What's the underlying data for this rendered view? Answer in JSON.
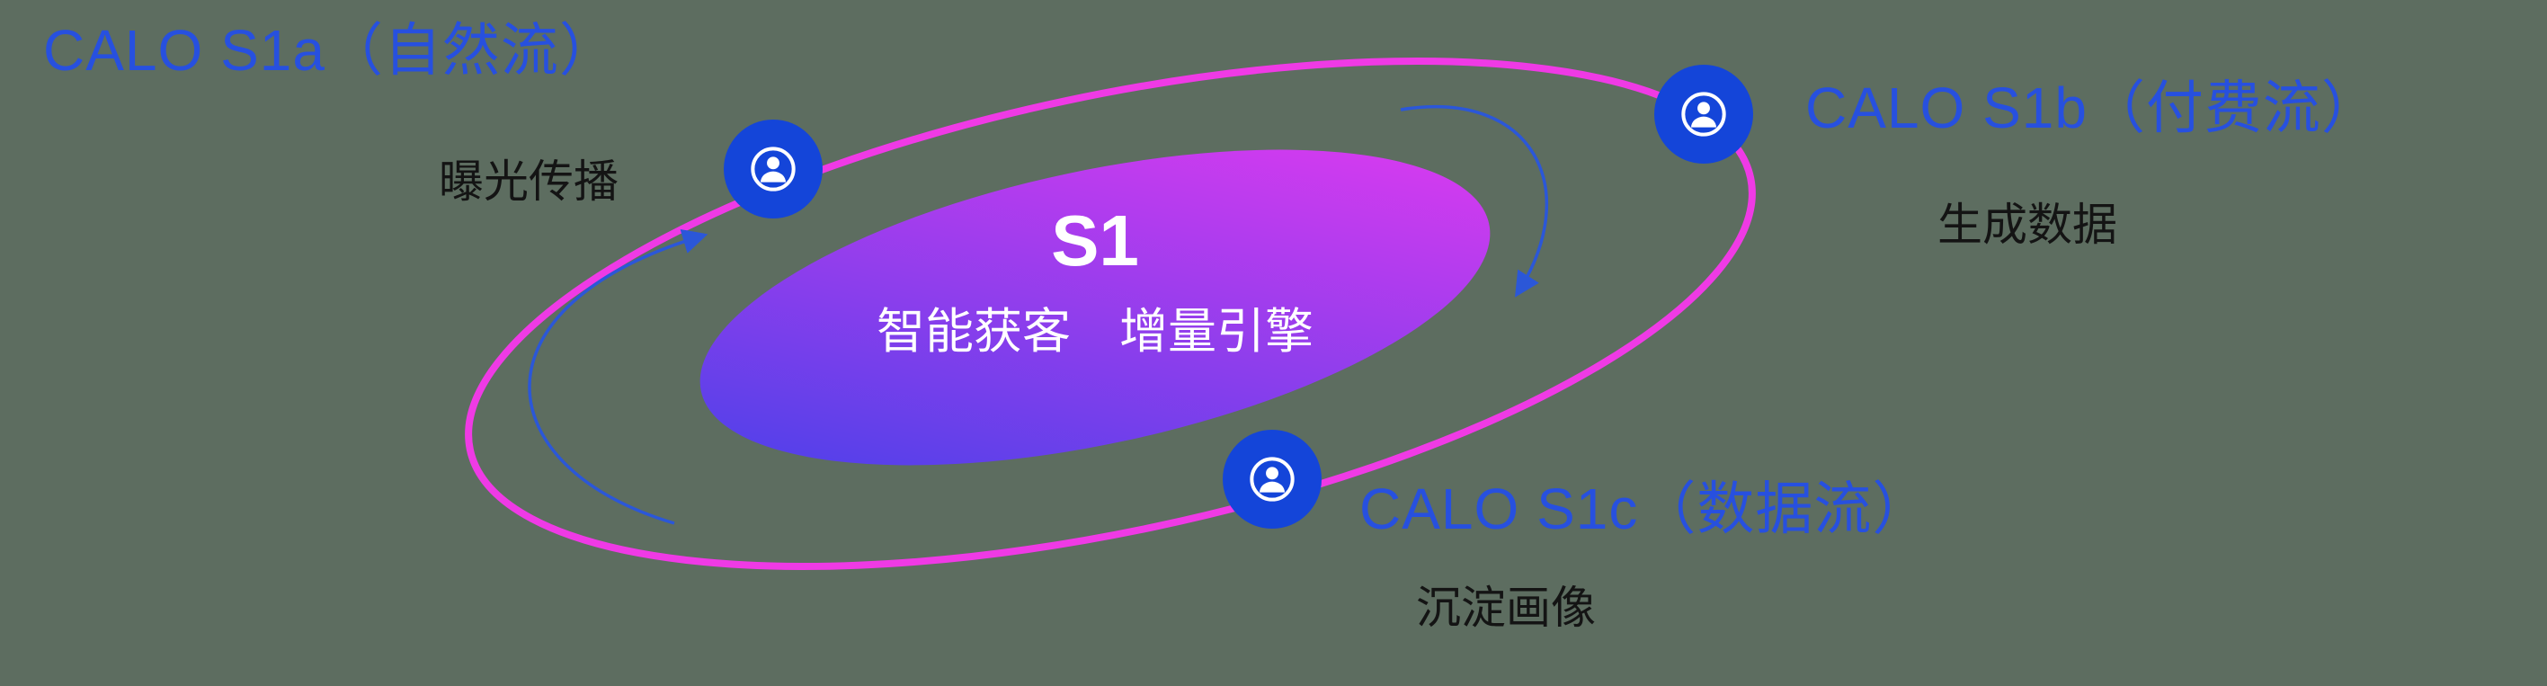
{
  "colors": {
    "background": "#5d6d60",
    "label_blue": "#2750df",
    "label_dark": "#141414",
    "orbit_stroke": "#ef3ae5",
    "core_grad_start": "#4a41e9",
    "core_grad_end": "#e23af0",
    "node_fill": "#1445d9",
    "arrow": "#2b57d8"
  },
  "core": {
    "title": "S1",
    "subtitle": "智能获客　增量引擎"
  },
  "nodes": {
    "s1a": {
      "title": "CALO S1a（自然流）",
      "subtitle": "曝光传播"
    },
    "s1b": {
      "title": "CALO S1b（付费流）",
      "subtitle": "生成数据"
    },
    "s1c": {
      "title": "CALO S1c（数据流）",
      "subtitle": "沉淀画像"
    }
  }
}
